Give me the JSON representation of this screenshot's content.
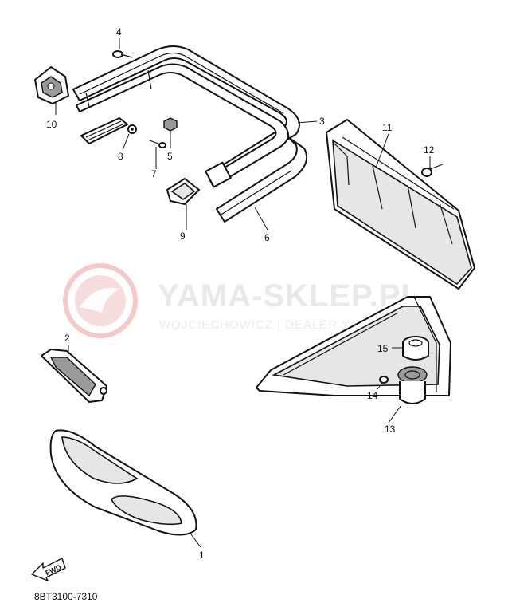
{
  "watermark": {
    "title": "YAMA-SKLEP.PL",
    "subtitle": "WOJCIECHOWICZ | DEALER YAMAHA"
  },
  "callouts": [
    "1",
    "2",
    "3",
    "4",
    "5",
    "6",
    "7",
    "8",
    "9",
    "10",
    "11",
    "12",
    "13",
    "14",
    "15"
  ],
  "direction_marker": "FWD",
  "diagram_code": "8BT3100-7310"
}
